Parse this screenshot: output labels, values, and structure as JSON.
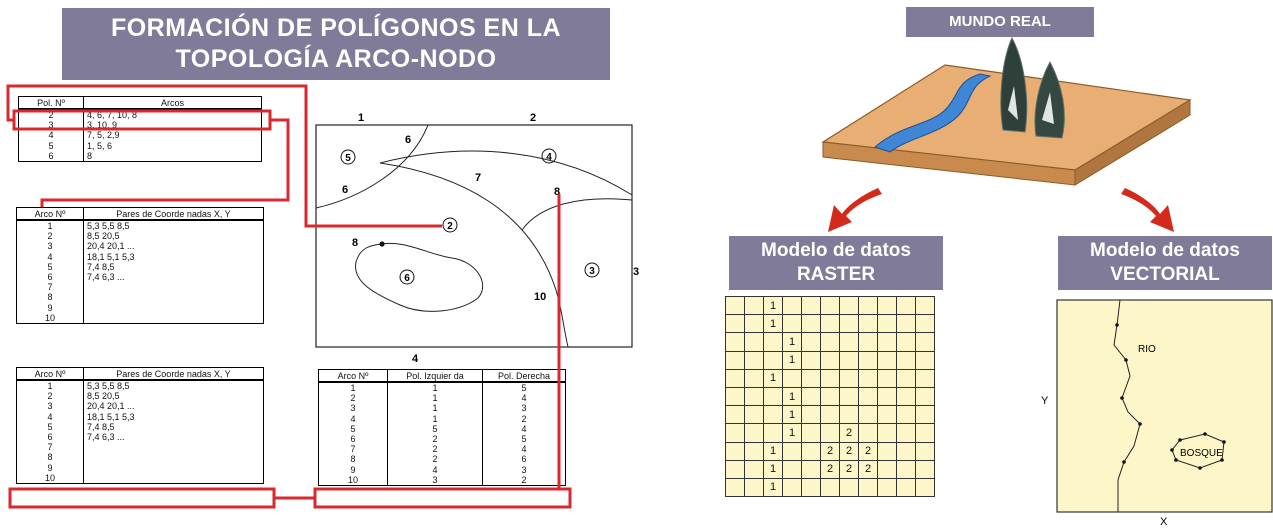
{
  "left": {
    "title_line1": "FORMACIÓN DE POLÍGONOS EN LA",
    "title_line2": "TOPOLOGÍA ARCO-NODO",
    "poly_table": {
      "headers": [
        "Pol. Nº",
        "Arcos"
      ],
      "rows": [
        [
          "2",
          "4, 6, 7, 10, 8"
        ],
        [
          "3",
          "3, 10, 9"
        ],
        [
          "4",
          "7, 5, 2,9"
        ],
        [
          "5",
          "1, 5, 6"
        ],
        [
          "6",
          "8"
        ]
      ]
    },
    "coord_table_1": {
      "headers": [
        "Arco Nº",
        "Pares de  Coorde nadas X, Y"
      ],
      "rows": [
        [
          "1",
          "5,3  5,5 8,5"
        ],
        [
          "2",
          "8,5  20,5"
        ],
        [
          "3",
          "20,4  20,1  ..."
        ],
        [
          "4",
          "18,1  5,1  5,3"
        ],
        [
          "5",
          "7,4  8,5"
        ],
        [
          "6",
          "7,4  6,3 ..."
        ],
        [
          "7",
          ""
        ],
        [
          "8",
          ""
        ],
        [
          "9",
          ""
        ],
        [
          "10",
          ""
        ]
      ]
    },
    "coord_table_2": {
      "headers": [
        "Arco Nº",
        "Pares de  Coorde nadas X, Y"
      ],
      "rows": [
        [
          "1",
          "5,3  5,5 8,5"
        ],
        [
          "2",
          "8,5  20,5"
        ],
        [
          "3",
          "20,4  20,1  ..."
        ],
        [
          "4",
          "18,1  5,1  5,3"
        ],
        [
          "5",
          "7,4  8,5"
        ],
        [
          "6",
          "7,4  6,3 ..."
        ],
        [
          "7",
          ""
        ],
        [
          "8",
          ""
        ],
        [
          "9",
          ""
        ],
        [
          "10",
          ""
        ]
      ]
    },
    "side_table": {
      "headers": [
        "Arco Nº",
        "Pol. Izquier da",
        "Pol. Derecha"
      ],
      "rows": [
        [
          "1",
          "1",
          "5"
        ],
        [
          "2",
          "1",
          "4"
        ],
        [
          "3",
          "1",
          "3"
        ],
        [
          "4",
          "1",
          "2"
        ],
        [
          "5",
          "5",
          "4"
        ],
        [
          "6",
          "2",
          "5"
        ],
        [
          "7",
          "2",
          "4"
        ],
        [
          "8",
          "2",
          "6"
        ],
        [
          "9",
          "4",
          "3"
        ],
        [
          "10",
          "3",
          "2"
        ]
      ]
    },
    "map": {
      "node_labels": [
        "1",
        "2",
        "3",
        "4"
      ],
      "arc_labels": [
        "6",
        "6",
        "7",
        "8",
        "8",
        "10"
      ],
      "poly_labels": [
        "5",
        "4",
        "2",
        "6",
        "3"
      ]
    }
  },
  "right": {
    "real_world_label": "MUNDO REAL",
    "raster_title_1": "Modelo de datos",
    "raster_title_2": "RASTER",
    "vector_title_1": "Modelo de datos",
    "vector_title_2": "VECTORIAL",
    "raster_grid": [
      [
        "",
        "",
        "1",
        "",
        "",
        "",
        "",
        "",
        "",
        "",
        ""
      ],
      [
        "",
        "",
        "1",
        "",
        "",
        "",
        "",
        "",
        "",
        "",
        ""
      ],
      [
        "",
        "",
        "",
        "1",
        "",
        "",
        "",
        "",
        "",
        "",
        ""
      ],
      [
        "",
        "",
        "",
        "1",
        "",
        "",
        "",
        "",
        "",
        "",
        ""
      ],
      [
        "",
        "",
        "1",
        "",
        "",
        "",
        "",
        "",
        "",
        "",
        ""
      ],
      [
        "",
        "",
        "",
        "1",
        "",
        "",
        "",
        "",
        "",
        "",
        ""
      ],
      [
        "",
        "",
        "",
        "1",
        "",
        "",
        "",
        "",
        "",
        "",
        ""
      ],
      [
        "",
        "",
        "",
        "1",
        "",
        "",
        "2",
        "",
        "",
        "",
        ""
      ],
      [
        "",
        "",
        "1",
        "",
        "",
        "2",
        "2",
        "2",
        "",
        "",
        ""
      ],
      [
        "",
        "",
        "1",
        "",
        "",
        "2",
        "2",
        "2",
        "",
        "",
        ""
      ],
      [
        "",
        "",
        "1",
        "",
        "",
        "",
        "",
        "",
        "",
        "",
        ""
      ]
    ],
    "vector_labels": {
      "river": "RIO",
      "forest": "BOSQUE",
      "y_axis": "Y",
      "x_axis": "X"
    },
    "colors": {
      "title_bg": "#7f7b99",
      "highlight": "#d9292f",
      "arrow": "#d42a1c",
      "board": "#e8ae73",
      "river": "#3f87d6",
      "panel": "#fdf6c9"
    }
  }
}
